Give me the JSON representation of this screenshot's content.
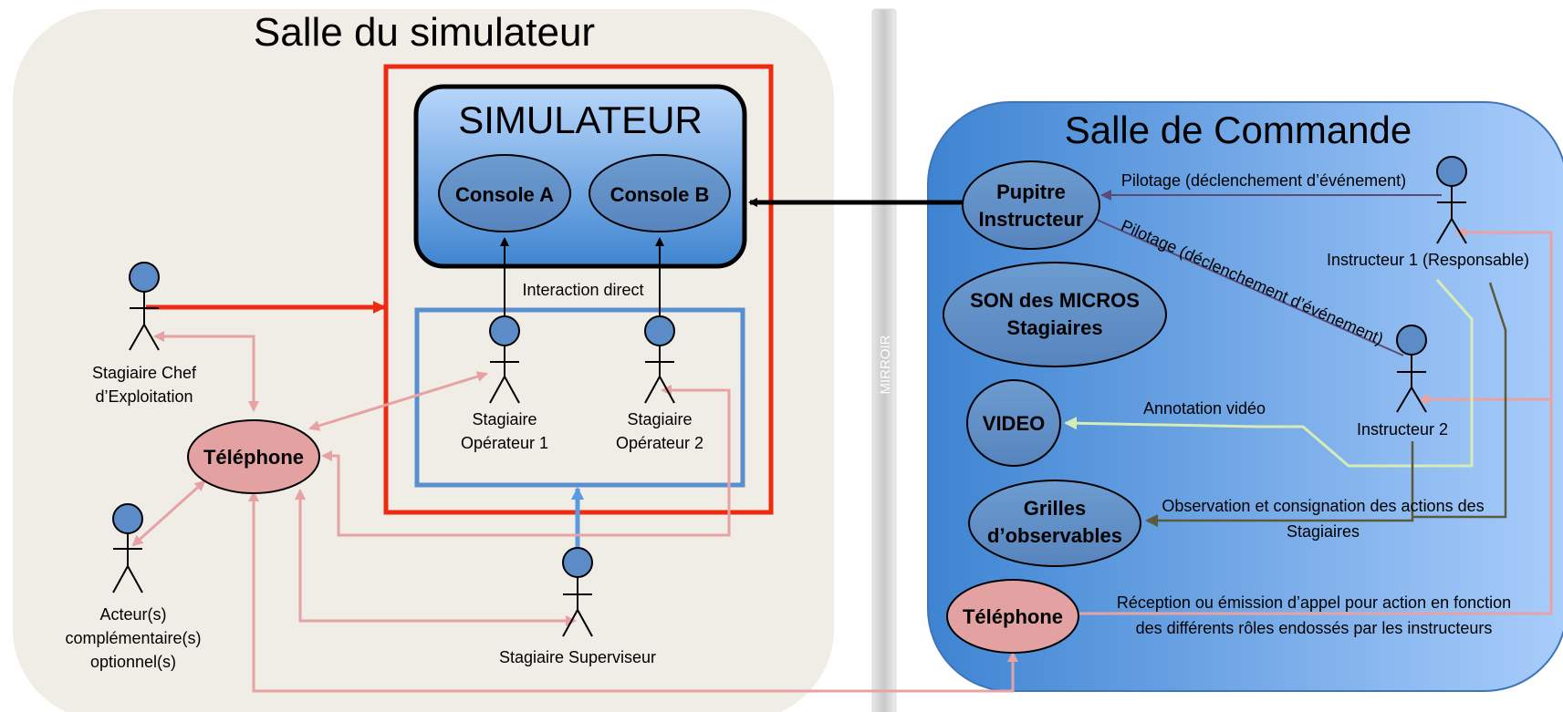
{
  "rooms": {
    "sim_room_title": "Salle du simulateur",
    "command_room_title": "Salle de Commande",
    "mirror_label": "MIRROIR"
  },
  "simulator": {
    "title": "SIMULATEUR",
    "console_a": "Console A",
    "console_b": "Console B",
    "interaction_label": "Interaction direct"
  },
  "actors": {
    "chef_line1": "Stagiaire Chef",
    "chef_line2": "d’Exploitation",
    "op1_line1": "Stagiaire",
    "op1_line2": "Opérateur 1",
    "op2_line1": "Stagiaire",
    "op2_line2": "Opérateur 2",
    "acteur_line1": "Acteur(s)",
    "acteur_line2": "complémentaire(s)",
    "acteur_line3": "optionnel(s)",
    "superviseur": "Stagiaire Superviseur",
    "instr1": "Instructeur 1 (Responsable)",
    "instr2": "Instructeur 2"
  },
  "nodes": {
    "telephone_left": "Téléphone",
    "pupitre_line1": "Pupitre",
    "pupitre_line2": "Instructeur",
    "son_line1": "SON des MICROS",
    "son_line2": "Stagiaires",
    "video": "VIDEO",
    "grilles_line1": "Grilles",
    "grilles_line2": "d’observables",
    "telephone_right": "Téléphone"
  },
  "edges": {
    "pilotage1": "Pilotage (déclenchement d’événement)",
    "pilotage2": "Pilotage (déclenchement d’événement)",
    "annotation": "Annotation vidéo",
    "observation_line1": "Observation et consignation des actions des",
    "observation_line2": "Stagiaires",
    "reception_line1": "Réception ou émission d’appel pour action en fonction",
    "reception_line2": "des différents rôles endossés par les instructeurs"
  },
  "colors": {
    "sim_room_bg": "#efede6",
    "command_room_bg": "#5b96d6",
    "red_frame": "#ee2a10",
    "blue_frame": "#5a8fcf",
    "pink_link": "#e7a3a4",
    "purple_link": "#5a4a78",
    "yellow_link": "#c8e0a8",
    "olive_link": "#5b5a3a"
  }
}
